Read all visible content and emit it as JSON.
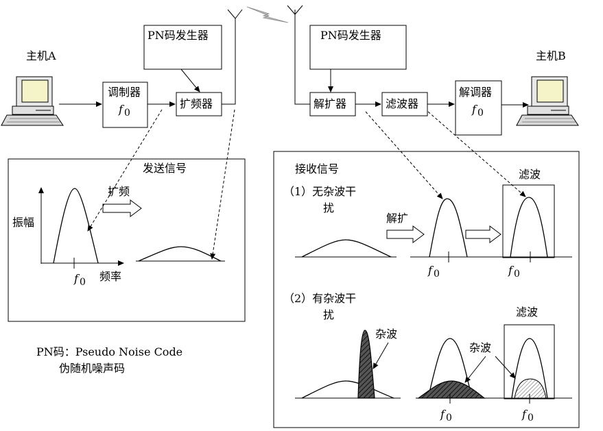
{
  "hosts": {
    "a": "主机A",
    "b": "主机B"
  },
  "blocks": {
    "pn_generator_tx": "PN码发生器",
    "pn_generator_rx": "PN码发生器",
    "modulator": "调制器",
    "spreader": "扩频器",
    "despreader": "解扩器",
    "filter": "滤波器",
    "demodulator": "解调器",
    "f": "f",
    "zero": "0"
  },
  "tx_panel": {
    "title": "发送信号",
    "ylabel": "振幅",
    "xlabel": "频率",
    "spread_label": "扩频"
  },
  "rx_panel": {
    "title": "接收信号",
    "case1_line1": "（1）无杂波干",
    "case1_line2": "扰",
    "case2_line1": "（2）有杂波干",
    "case2_line2": "扰",
    "despread_label": "解扩",
    "filter_label_1": "滤波",
    "filter_label_2": "滤波",
    "clutter_label_1": "杂波",
    "clutter_label_2": "杂波"
  },
  "note": {
    "line1": "PN码：Pseudo Noise Code",
    "line2": "伪随机噪声码"
  }
}
